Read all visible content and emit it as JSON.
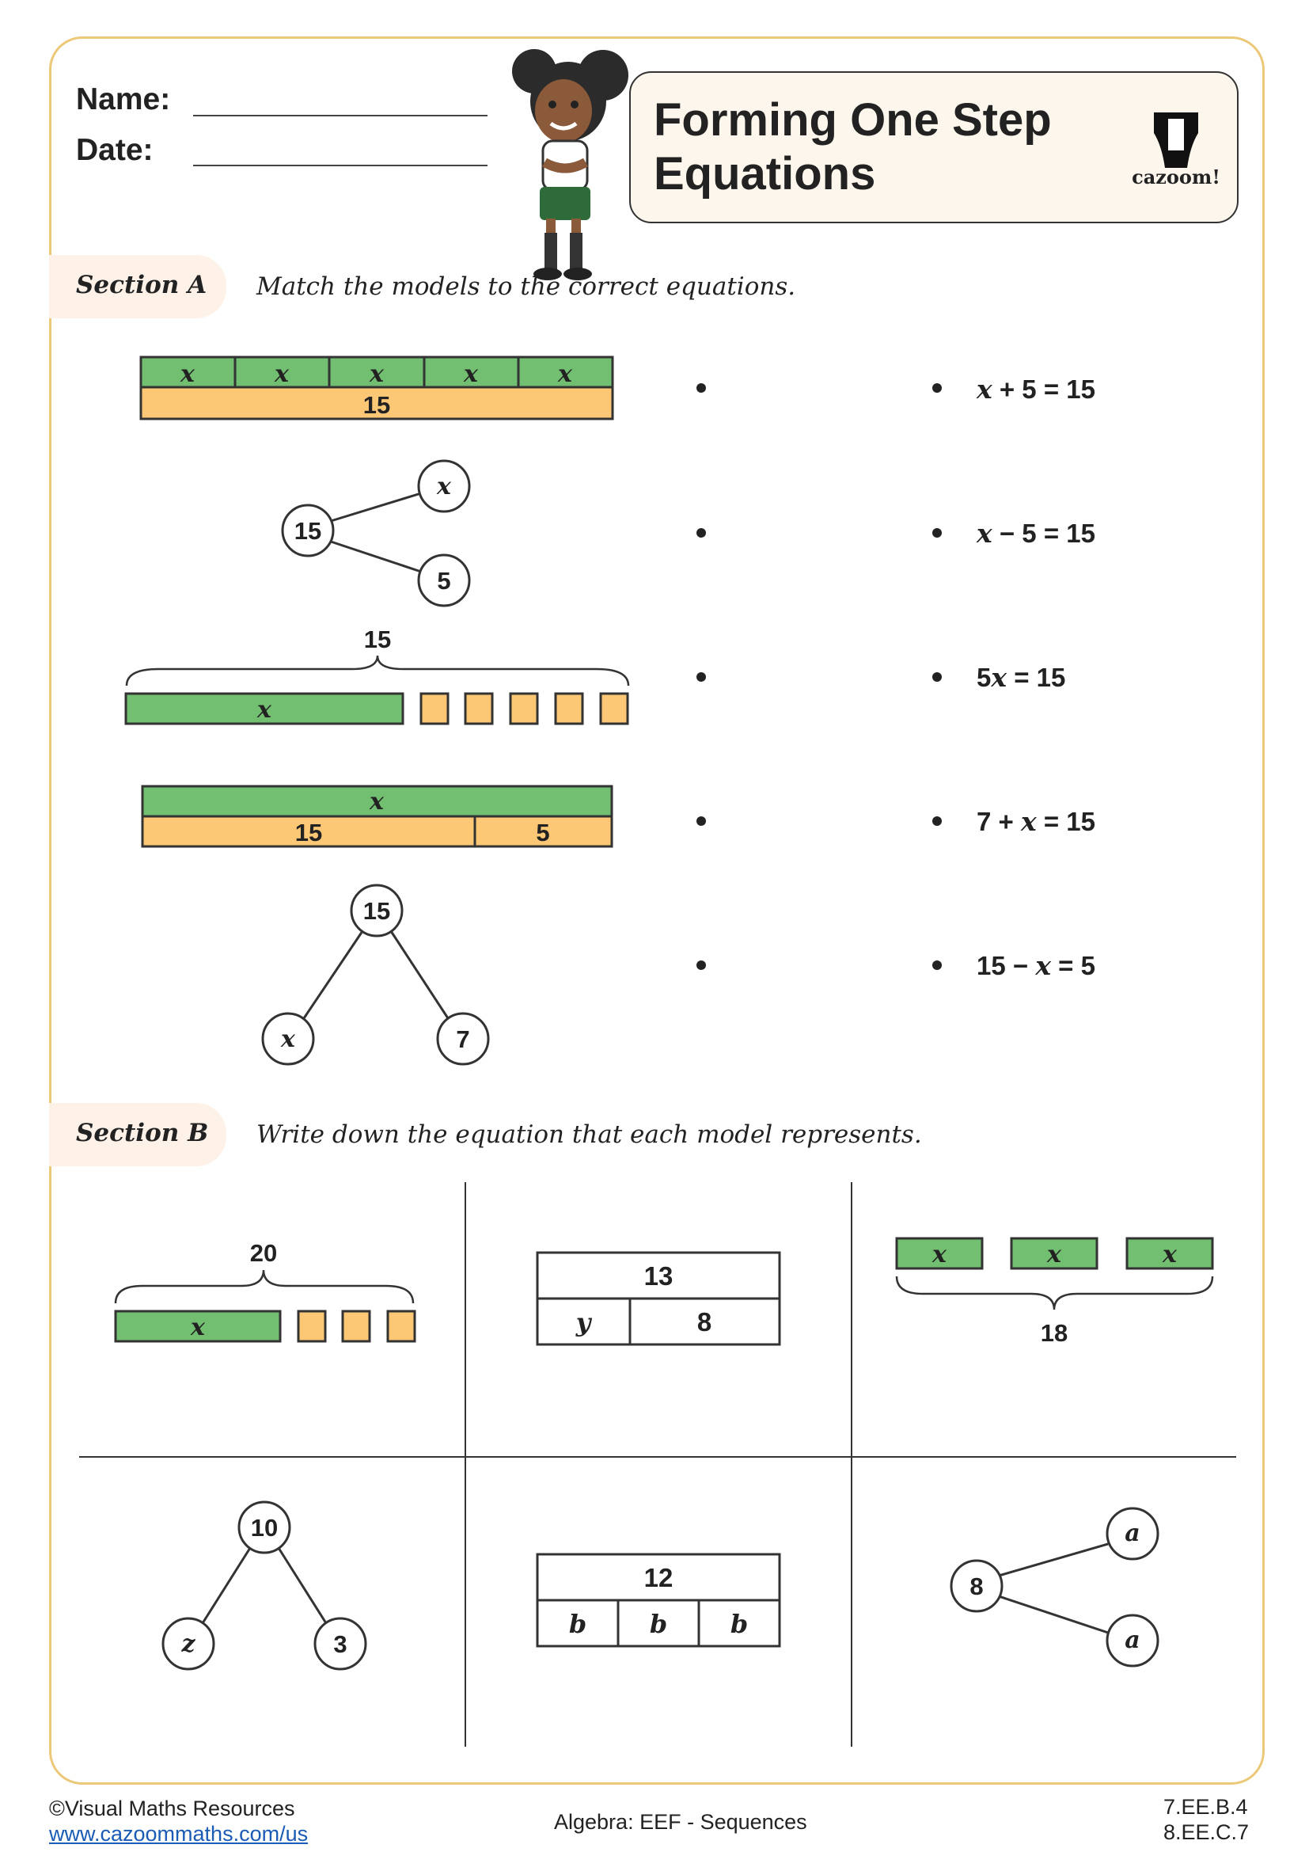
{
  "header": {
    "name_label": "Name:",
    "date_label": "Date:",
    "title_line1": "Forming One Step",
    "title_line2": "Equations",
    "brand": "cazoom!"
  },
  "section_a": {
    "label": "Section A",
    "instruction": "Match the models to the correct equations.",
    "models": [
      {
        "type": "bar",
        "top": [
          "x",
          "x",
          "x",
          "x",
          "x"
        ],
        "bottom": [
          "15"
        ]
      },
      {
        "type": "tree",
        "whole": "15",
        "parts": [
          "x",
          "5"
        ]
      },
      {
        "type": "brace-bar",
        "brace": "15",
        "bar": "x",
        "units": 5
      },
      {
        "type": "bar",
        "top": [
          "x"
        ],
        "bottom": [
          "15",
          "5"
        ]
      },
      {
        "type": "tree",
        "whole": "15",
        "parts": [
          "x",
          "7"
        ]
      }
    ],
    "equations": [
      {
        "pre": "",
        "var": "x",
        "post": " + 5 = 15"
      },
      {
        "pre": "",
        "var": "x",
        "post": " − 5 = 15"
      },
      {
        "pre": "5",
        "var": "x",
        "post": " = 15"
      },
      {
        "pre": "7 + ",
        "var": "x",
        "post": " = 15"
      },
      {
        "pre": "15 − ",
        "var": "x",
        "post": " = 5"
      }
    ]
  },
  "section_b": {
    "label": "Section B",
    "instruction": "Write down the equation that each model represents.",
    "models": [
      {
        "type": "brace-bar",
        "brace": "20",
        "bar": "x",
        "units": 3
      },
      {
        "type": "bar",
        "top": [
          "13"
        ],
        "bottom": [
          "y",
          "8"
        ]
      },
      {
        "type": "brace-units",
        "blocks": [
          "x",
          "x",
          "x"
        ],
        "brace": "18"
      },
      {
        "type": "tree",
        "whole": "10",
        "parts": [
          "z",
          "3"
        ]
      },
      {
        "type": "bar",
        "top": [
          "12"
        ],
        "bottom": [
          "b",
          "b",
          "b"
        ]
      },
      {
        "type": "tree",
        "whole": "8",
        "parts": [
          "a",
          "a"
        ]
      }
    ]
  },
  "footer": {
    "copyright": "©Visual Maths Resources",
    "url": "www.cazoommaths.com/us",
    "topic": "Algebra: EEF - Sequences",
    "code1": "7.EE.B.4",
    "code2": "8.EE.C.7"
  },
  "colors": {
    "green": "#72bf72",
    "orange": "#fdc875",
    "border": "#ecc879",
    "pill": "#fdf1e8"
  }
}
